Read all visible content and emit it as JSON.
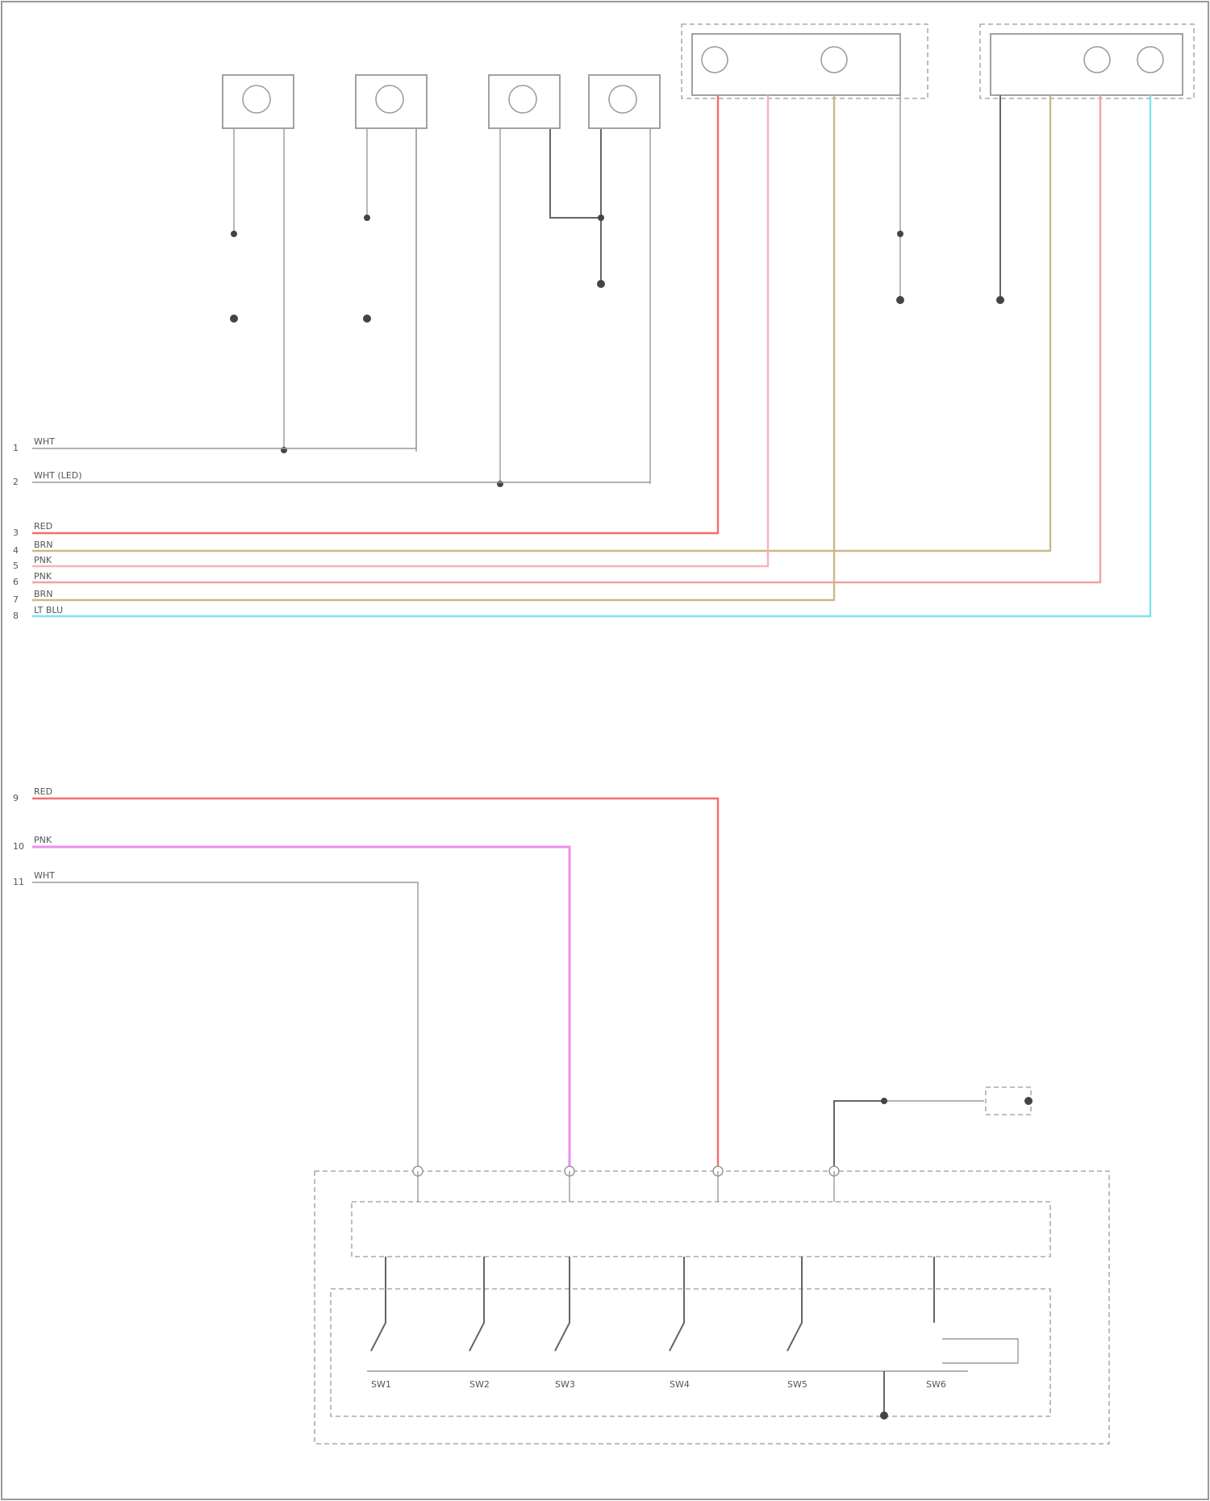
{
  "colors": {
    "red": "#f26d6d",
    "pink": "#f6b3b8",
    "olive": "#c9b98a",
    "light_red": "#f4a0a0",
    "magenta": "#f08cf0",
    "cyan": "#7fe3ef",
    "gray": "#b9b9b9",
    "dark": "#666666"
  },
  "harness_top": [
    {
      "pin": "1",
      "label": "WHT",
      "color": "gray"
    },
    {
      "pin": "2",
      "label": "WHT (LED)",
      "color": "gray"
    },
    {
      "pin": "3",
      "label": "RED",
      "color": "red"
    },
    {
      "pin": "4",
      "label": "BRN",
      "color": "olive"
    },
    {
      "pin": "5",
      "label": "PNK",
      "color": "pink"
    },
    {
      "pin": "6",
      "label": "PNK",
      "color": "light_red"
    },
    {
      "pin": "7",
      "label": "BRN",
      "color": "olive"
    },
    {
      "pin": "8",
      "label": "LT BLU",
      "color": "cyan"
    }
  ],
  "harness_bottom": [
    {
      "pin": "9",
      "label": "RED",
      "color": "red"
    },
    {
      "pin": "10",
      "label": "PNK",
      "color": "magenta"
    },
    {
      "pin": "11",
      "label": "WHT",
      "color": "gray"
    }
  ],
  "switch_labels": [
    "SW1",
    "SW2",
    "SW3",
    "SW4",
    "SW5",
    "SW6"
  ]
}
